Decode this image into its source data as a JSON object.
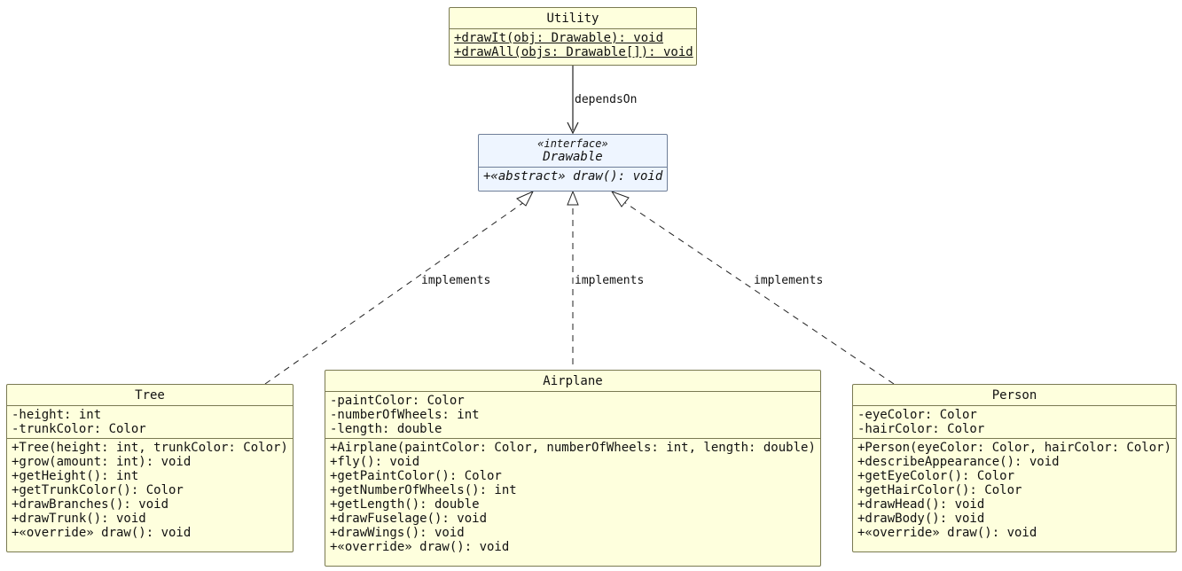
{
  "classes": {
    "utility": {
      "name": "Utility",
      "attributes": [],
      "methods": [
        "+drawIt(obj: Drawable): void",
        "+drawAll(objs: Drawable[]): void"
      ]
    },
    "drawable": {
      "stereotype": "«interface»",
      "name": "Drawable",
      "methods": [
        "+«abstract» draw(): void"
      ]
    },
    "tree": {
      "name": "Tree",
      "attributes": [
        "-height: int",
        "-trunkColor: Color"
      ],
      "methods": [
        "+Tree(height: int, trunkColor: Color)",
        "+grow(amount: int): void",
        "+getHeight(): int",
        "+getTrunkColor(): Color",
        "+drawBranches(): void",
        "+drawTrunk(): void",
        "+«override» draw(): void"
      ]
    },
    "airplane": {
      "name": "Airplane",
      "attributes": [
        "-paintColor: Color",
        "-numberOfWheels: int",
        "-length: double"
      ],
      "methods": [
        "+Airplane(paintColor: Color, numberOfWheels: int, length: double)",
        "+fly(): void",
        "+getPaintColor(): Color",
        "+getNumberOfWheels(): int",
        "+getLength(): double",
        "+drawFuselage(): void",
        "+drawWings(): void",
        "+«override» draw(): void"
      ]
    },
    "person": {
      "name": "Person",
      "attributes": [
        "-eyeColor: Color",
        "-hairColor: Color"
      ],
      "methods": [
        "+Person(eyeColor: Color, hairColor: Color)",
        "+describeAppearance(): void",
        "+getEyeColor(): Color",
        "+getHairColor(): Color",
        "+drawHead(): void",
        "+drawBody(): void",
        "+«override» draw(): void"
      ]
    }
  },
  "relations": [
    {
      "from": "Utility",
      "to": "Drawable",
      "kind": "dependency",
      "label": "dependsOn"
    },
    {
      "from": "Tree",
      "to": "Drawable",
      "kind": "realization",
      "label": "implements"
    },
    {
      "from": "Airplane",
      "to": "Drawable",
      "kind": "realization",
      "label": "implements"
    },
    {
      "from": "Person",
      "to": "Drawable",
      "kind": "realization",
      "label": "implements"
    }
  ],
  "colors": {
    "class_fill": "#feffdd",
    "interface_fill": "#eef5ff",
    "border": "#7a7a52",
    "line": "#222222"
  }
}
